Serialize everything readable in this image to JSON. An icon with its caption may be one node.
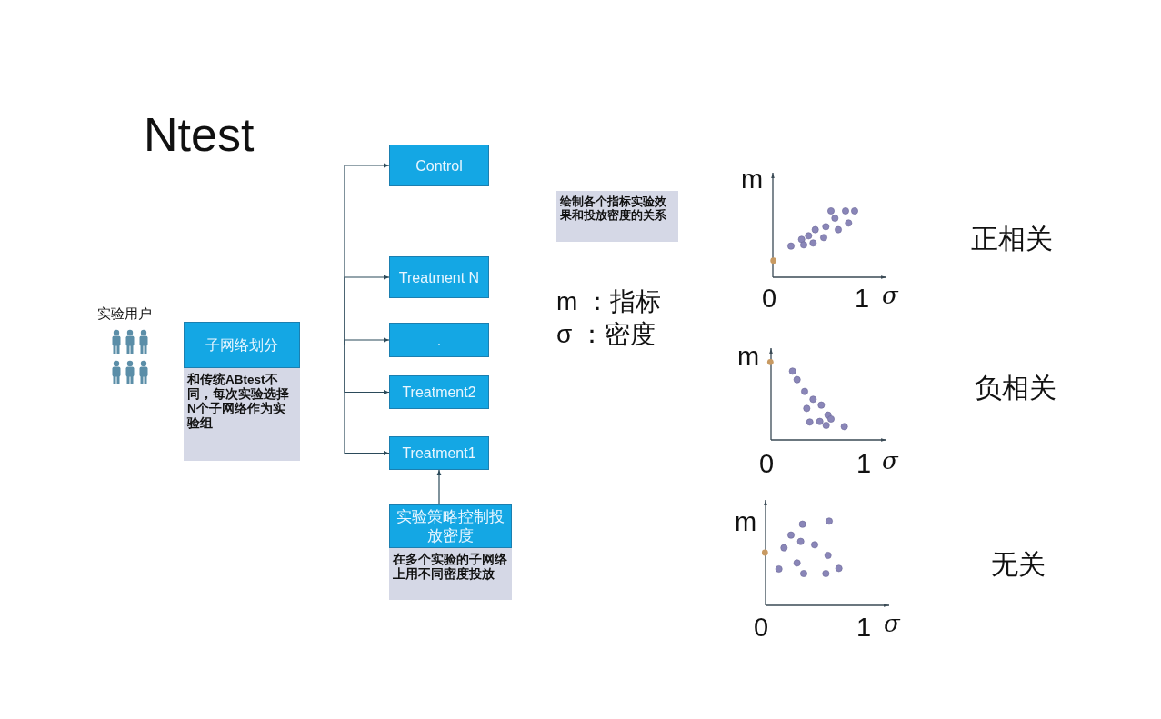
{
  "diagram": {
    "title": "Ntest",
    "nodes": [
      {
        "text": [
          "子网络划分",
          "和传统ABtest不同，每次实验选择N个子网络作为实验组"
        ]
      },
      {
        "text": [
          "Control"
        ]
      },
      {
        "text": [
          "Treatment N"
        ]
      },
      {
        "text": [
          "."
        ]
      },
      {
        "text": [
          "Treatment2"
        ]
      },
      {
        "text": [
          "Treatment1"
        ]
      },
      {
        "text": [
          "实验策略控制投放密度",
          "在多个实验的子网络上用不同密度投放"
        ]
      },
      {
        "text": [
          "绘制各个指标实验效果和投放密度的关系"
        ]
      }
    ],
    "edges": [
      {
        "from": 0,
        "to": 1,
        "arrow": "to"
      },
      {
        "from": 0,
        "to": 2,
        "arrow": "to"
      },
      {
        "from": 0,
        "to": 3,
        "arrow": "to"
      },
      {
        "from": 0,
        "to": 4,
        "arrow": "to"
      },
      {
        "from": 0,
        "to": 5,
        "arrow": "to"
      },
      {
        "from": 6,
        "to": 5,
        "arrow": "to"
      }
    ],
    "labels": [
      "实验用户",
      "m",
      "0",
      "1",
      "σ",
      "正相关",
      "m ：指标",
      "σ ：密度",
      "m",
      "0",
      "1",
      "σ",
      "负相关",
      "m",
      "0",
      "1",
      "σ",
      "无关"
    ]
  }
}
